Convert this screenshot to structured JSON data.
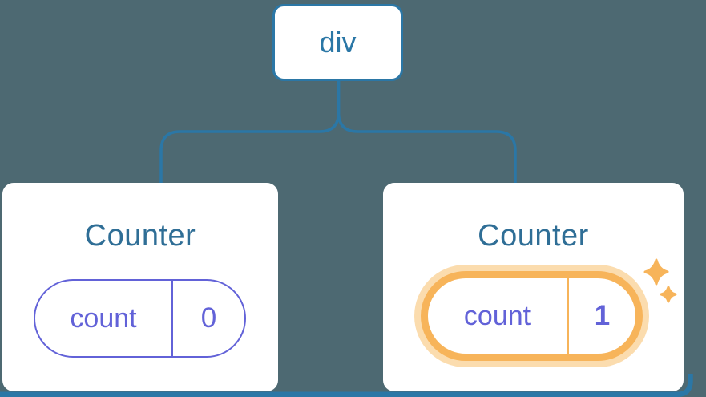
{
  "diagram": {
    "root": {
      "label": "div"
    },
    "children": [
      {
        "title": "Counter",
        "state_key": "count",
        "state_value": "0",
        "highlighted": false
      },
      {
        "title": "Counter",
        "state_key": "count",
        "state_value": "1",
        "highlighted": true
      }
    ]
  },
  "icons": {
    "sparkles": "sparkles-icon"
  },
  "colors": {
    "background": "#4d6972",
    "line_blue": "#2b77a6",
    "title_blue": "#2f6e96",
    "state_purple": "#6262d8",
    "highlight_orange": "#f7b45a",
    "highlight_glow": "#fbdcae",
    "card_white": "#ffffff"
  }
}
